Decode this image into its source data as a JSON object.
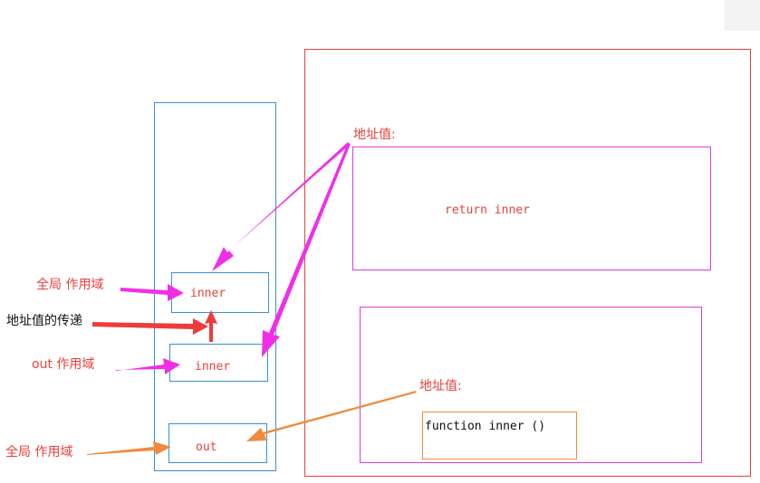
{
  "labels": {
    "address_top": "地址值:",
    "address_bottom": "地址值:",
    "global_scope_1": "全局 作用域",
    "address_transfer": "地址值的传递",
    "out_scope": "out  作用域",
    "global_scope_2": "全局 作用域"
  },
  "stack": {
    "cell_inner_1": "inner",
    "cell_inner_2": "inner",
    "cell_out": "out"
  },
  "heap": {
    "return_code": "return inner",
    "function_code": "function inner ()"
  },
  "colors": {
    "stack_border": "#3a8fd8",
    "heap_border": "#e8413a",
    "object_border": "#d53de0",
    "function_border": "#f08a3c",
    "magenta_arrow": "#ef2fe8",
    "red_arrow": "#ee3b3b",
    "orange_arrow": "#f08a3c",
    "label_red": "#e8413a"
  }
}
